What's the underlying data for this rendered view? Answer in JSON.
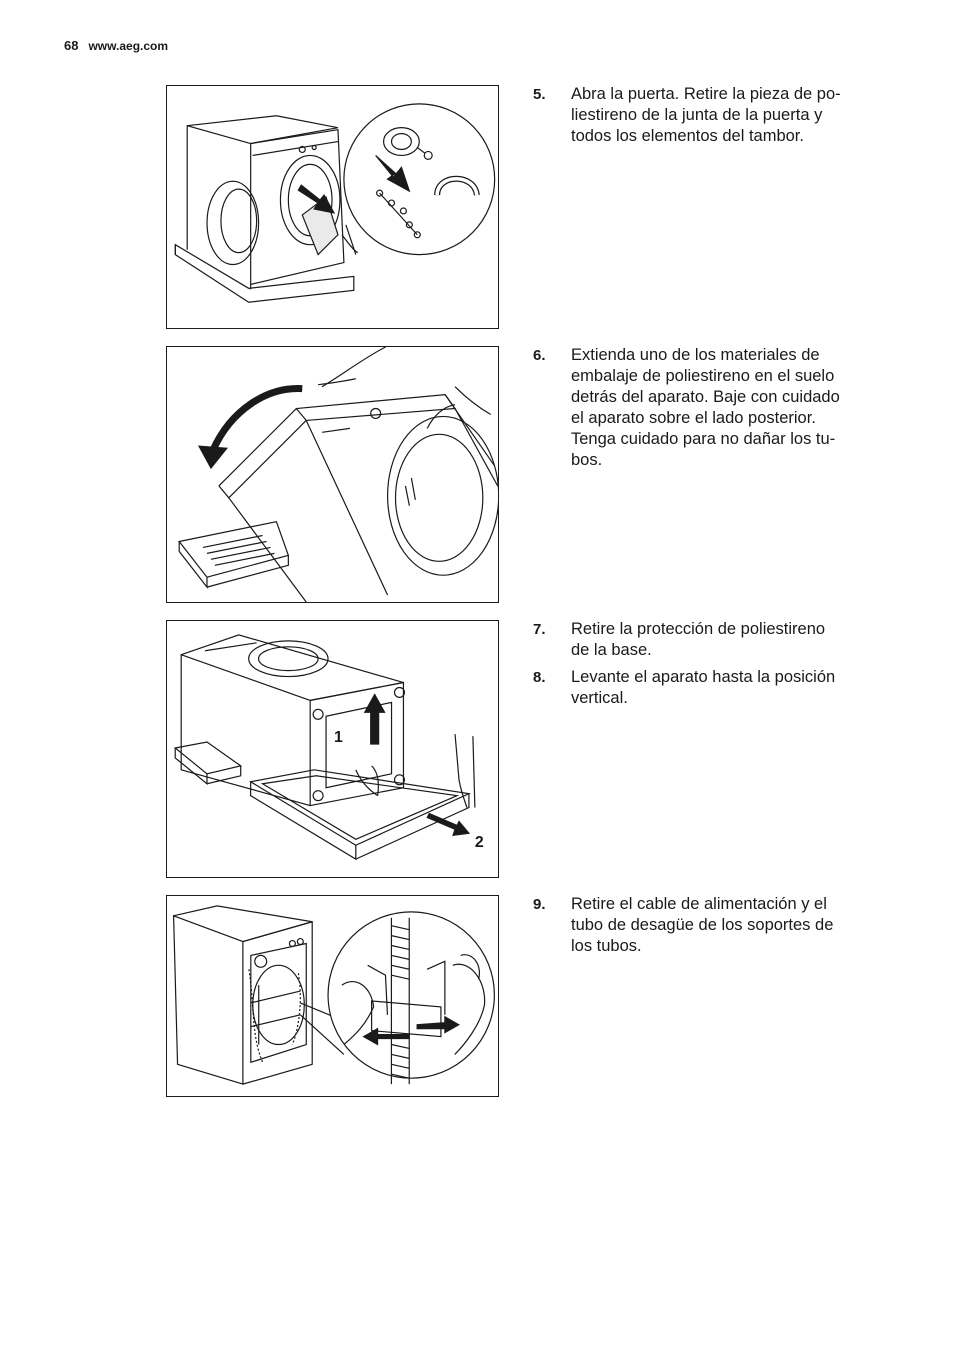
{
  "header": {
    "page_number": "68",
    "url": "www.aeg.com"
  },
  "steps": [
    {
      "number": "5.",
      "text": "Abra la puerta. Retire la pieza de po-\nliestireno de la junta de la puerta y\ntodos los elementos del tambor."
    },
    {
      "number": "6.",
      "text": "Extienda uno de los materiales de\nembalaje de poliestireno en el suelo\ndetrás del aparato. Baje con cuidado\nel aparato sobre el lado posterior.\nTenga cuidado para no dañar los tu-\nbos."
    },
    {
      "number": "7.",
      "text": "Retire la protección de poliestireno\nde la base."
    },
    {
      "number": "8.",
      "text": "Levante el aparato hasta la posición\nvertical."
    },
    {
      "number": "9.",
      "text": "Retire el cable de alimentación y el\ntubo de desagüe de los soportes de\nlos tubos."
    }
  ],
  "figure_labels": {
    "callout_1": "1",
    "callout_2": "2"
  }
}
